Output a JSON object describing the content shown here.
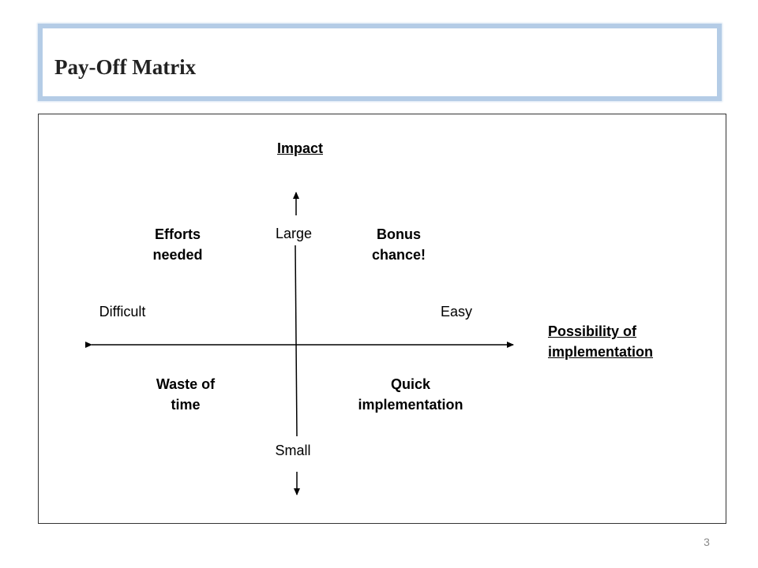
{
  "slide": {
    "title": "Pay-Off Matrix",
    "page_number": "3"
  },
  "axes": {
    "vertical_title": "Impact",
    "vertical_high": "Large",
    "vertical_low": "Small",
    "horizontal_title": "Possibility of implementation",
    "horizontal_left": "Difficult",
    "horizontal_right": "Easy"
  },
  "quadrants": {
    "top_left": [
      "Efforts",
      "needed"
    ],
    "top_right": [
      "Bonus",
      "chance!"
    ],
    "bottom_left": [
      "Waste of",
      "time"
    ],
    "bottom_right": [
      "Quick",
      "implementation"
    ]
  },
  "colors": {
    "title_border": "#b4cce6",
    "axis": "#000000",
    "page_number": "#8a8a8a"
  }
}
